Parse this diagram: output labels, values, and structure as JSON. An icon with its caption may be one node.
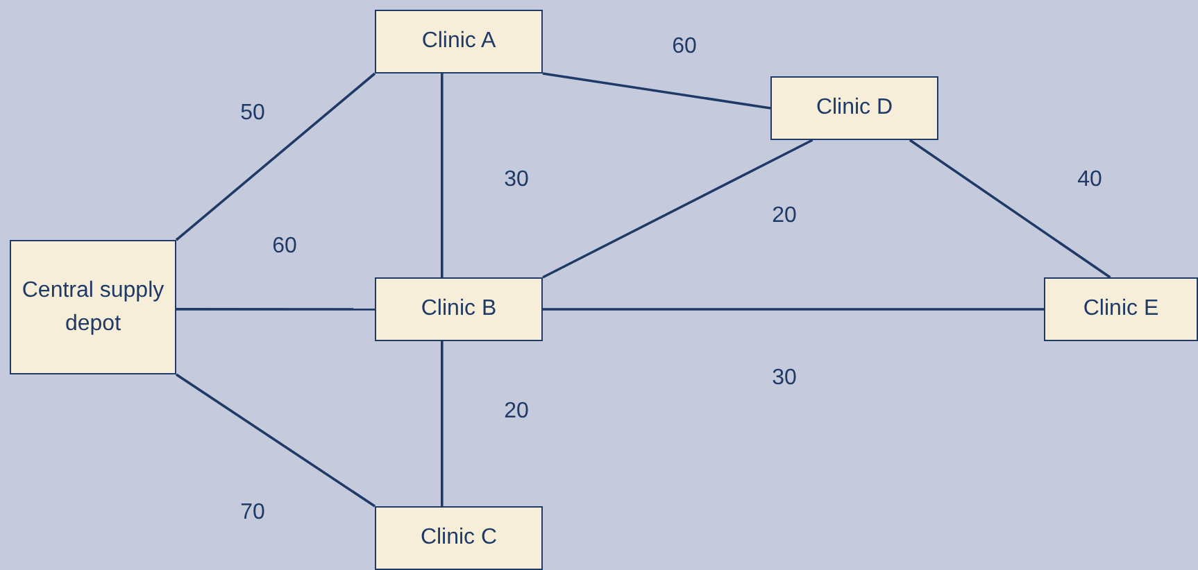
{
  "diagram": {
    "nodes": [
      {
        "text": [
          "Central supply depot"
        ]
      },
      {
        "text": [
          "Clinic A"
        ]
      },
      {
        "text": [
          "Clinic B"
        ]
      },
      {
        "text": [
          "Clinic C"
        ]
      },
      {
        "text": [
          "Clinic D"
        ]
      },
      {
        "text": [
          "Clinic E"
        ]
      }
    ],
    "edges": [
      {
        "from": 0,
        "to": 1,
        "arrow": "none",
        "label": "50"
      },
      {
        "from": 1,
        "to": 4,
        "arrow": "none",
        "label": "60"
      },
      {
        "from": 1,
        "to": 2,
        "arrow": "none",
        "label": "30"
      },
      {
        "from": 0,
        "to": 2,
        "arrow": "none",
        "label": "60"
      },
      {
        "from": 2,
        "to": 4,
        "arrow": "none",
        "label": "20"
      },
      {
        "from": 4,
        "to": 5,
        "arrow": "none",
        "label": "40"
      },
      {
        "from": 2,
        "to": 5,
        "arrow": "none",
        "label": "30"
      },
      {
        "from": 2,
        "to": 3,
        "arrow": "none",
        "label": "20"
      },
      {
        "from": 0,
        "to": 3,
        "arrow": "none",
        "label": "70"
      }
    ]
  }
}
